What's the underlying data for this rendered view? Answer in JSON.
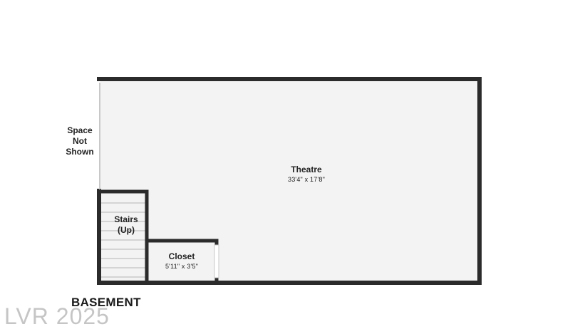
{
  "floor": {
    "label": "BASEMENT"
  },
  "rooms": {
    "space_not_shown": {
      "line1": "Space",
      "line2": "Not",
      "line3": "Shown"
    },
    "stairs": {
      "line1": "Stairs",
      "line2": "(Up)"
    },
    "theatre": {
      "name": "Theatre",
      "dimensions": "33'4\" x 17'8\""
    },
    "closet": {
      "name": "Closet",
      "dimensions": "5'11\" x 3'5\""
    }
  },
  "watermark": {
    "text": "LVR 2025"
  },
  "colors": {
    "wall": "#2b2b2b",
    "floor_fill": "#f3f3f3",
    "stair_line": "#b5b5b5",
    "thin_wall": "#c8c8c8"
  }
}
